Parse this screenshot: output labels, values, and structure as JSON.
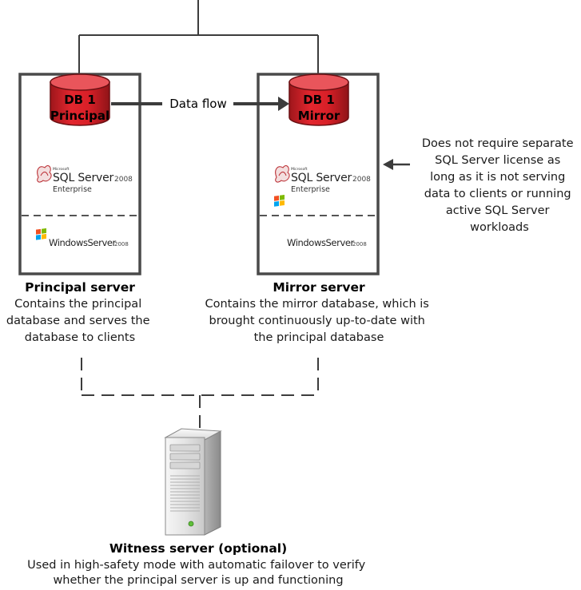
{
  "colors": {
    "line": "#3c3c3c",
    "box_border": "#4a4a4a",
    "cylinder_red": "#d8222a",
    "cylinder_dark": "#8f1418",
    "cylinder_top": "#e9555b",
    "text": "#1a1a1a",
    "dashes": "#555555",
    "sql_red": "#b8252b",
    "windows_red": "#f25022",
    "windows_green": "#7fba00",
    "windows_blue": "#00a4ef",
    "windows_yellow": "#ffb900"
  },
  "diagram": {
    "data_flow_label": "Data flow",
    "principal": {
      "db_line1": "DB 1",
      "db_line2": "Principal",
      "sql_small": "Microsoft",
      "sql_name": "SQL Server",
      "sql_version": "2008",
      "sql_edition": "Enterprise",
      "win_name": "WindowsServer",
      "win_version": "2008",
      "title": "Principal server",
      "desc": [
        "Contains the principal",
        "database and serves the",
        "database to clients"
      ]
    },
    "mirror": {
      "db_line1": "DB 1",
      "db_line2": "Mirror",
      "sql_small": "Microsoft",
      "sql_name": "SQL Server",
      "sql_version": "2008",
      "sql_edition": "Enterprise",
      "win_name": "WindowsServer",
      "win_version": "2008",
      "title": "Mirror server",
      "desc": [
        "Contains the mirror database, which is",
        "brought continuously up-to-date with",
        "the principal database"
      ]
    },
    "license_note": [
      "Does not require separate",
      "SQL Server license as",
      "long as it is not serving",
      "data to clients or running",
      "active SQL Server",
      "workloads"
    ],
    "witness": {
      "icon": "server-tower-icon",
      "title": "Witness server (optional)",
      "desc": [
        "Used in high-safety mode with automatic failover to verify",
        "whether the principal server is up and functioning"
      ]
    }
  }
}
